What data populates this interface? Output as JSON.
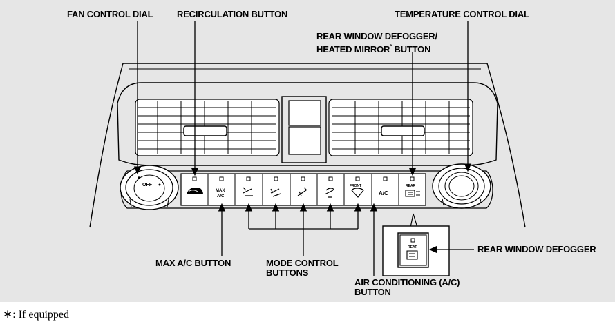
{
  "labels": {
    "fan_control_dial": "FAN CONTROL DIAL",
    "recirculation_button": "RECIRCULATION BUTTON",
    "temperature_control_dial": "TEMPERATURE CONTROL DIAL",
    "rear_defogger_line1": "REAR WINDOW DEFOGGER/",
    "rear_defogger_line2_a": "HEATED MIRROR",
    "rear_defogger_line2_mark": "*",
    "rear_defogger_line2_b": " BUTTON",
    "rear_window_defogger": "REAR WINDOW DEFOGGER",
    "max_ac_button": "MAX A/C BUTTON",
    "mode_control_line1": "MODE CONTROL",
    "mode_control_line2": "BUTTONS",
    "air_conditioning_line1": "AIR CONDITIONING (A/C)",
    "air_conditioning_line2": "BUTTON"
  },
  "panel_text": {
    "fan_off": "OFF",
    "max_top": "MAX",
    "max_bottom": "A/C",
    "front": "FRONT",
    "ac": "A/C",
    "rear": "REAR"
  },
  "footnote": {
    "mark": "∗",
    "text": ": If equipped"
  }
}
